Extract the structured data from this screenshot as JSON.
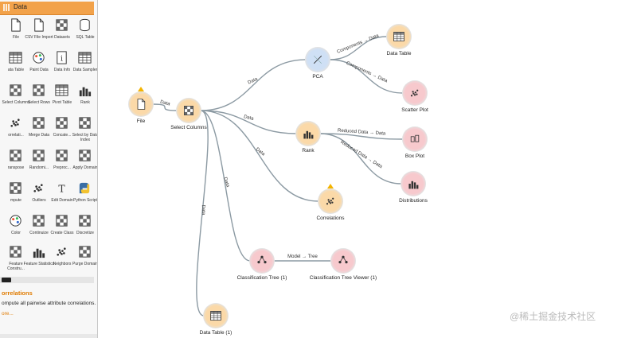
{
  "panel": {
    "header_title": "Data",
    "widgets": [
      {
        "label": "File",
        "icon": "file-icon",
        "bg": "#ffffff"
      },
      {
        "label": "CSV File Import",
        "icon": "csv-icon",
        "bg": "#ffffff"
      },
      {
        "label": "Datasets",
        "icon": "datasets-icon",
        "bg": "#ffffff"
      },
      {
        "label": "SQL Table",
        "icon": "database-icon",
        "bg": "#ffffff"
      },
      {
        "label": "ata Table",
        "icon": "table-icon",
        "bg": "#ffffff"
      },
      {
        "label": "Paint Data",
        "icon": "paint-icon",
        "bg": "#ffffff"
      },
      {
        "label": "Data Info",
        "icon": "info-icon",
        "bg": "#ffffff"
      },
      {
        "label": "Data Sampler",
        "icon": "sampler-icon",
        "bg": "#ffffff"
      },
      {
        "label": "Select Columns",
        "icon": "select-columns-icon",
        "bg": "#ffffff"
      },
      {
        "label": "Select Rows",
        "icon": "select-rows-icon",
        "bg": "#ffffff"
      },
      {
        "label": "Pivot Table",
        "icon": "pivot-icon",
        "bg": "#ffffff"
      },
      {
        "label": "Rank",
        "icon": "rank-icon",
        "bg": "#ffffff"
      },
      {
        "label": "orrelati...",
        "icon": "correlations-icon",
        "bg": "#ffffff"
      },
      {
        "label": "Merge Data",
        "icon": "merge-icon",
        "bg": "#ffffff"
      },
      {
        "label": "Concate...",
        "icon": "concatenate-icon",
        "bg": "#ffffff"
      },
      {
        "label": "Select by Data Index",
        "icon": "select-index-icon",
        "bg": "#ffffff"
      },
      {
        "label": "ranspose",
        "icon": "transpose-icon",
        "bg": "#ffffff"
      },
      {
        "label": "Randomi...",
        "icon": "randomize-icon",
        "bg": "#ffffff"
      },
      {
        "label": "Preproc...",
        "icon": "preprocess-icon",
        "bg": "#ffffff"
      },
      {
        "label": "Apply Domain",
        "icon": "apply-domain-icon",
        "bg": "#ffffff"
      },
      {
        "label": "mpute",
        "icon": "impute-icon",
        "bg": "#ffffff"
      },
      {
        "label": "Outliers",
        "icon": "outliers-icon",
        "bg": "#ffffff"
      },
      {
        "label": "Edit Domain",
        "icon": "edit-domain-icon",
        "bg": "#ffffff"
      },
      {
        "label": "Python Script",
        "icon": "python-icon",
        "bg": "#ffffff"
      },
      {
        "label": "Color",
        "icon": "color-icon",
        "bg": "#ffffff"
      },
      {
        "label": "Continuize",
        "icon": "continuize-icon",
        "bg": "#ffffff"
      },
      {
        "label": "Create Class",
        "icon": "create-class-icon",
        "bg": "#ffffff"
      },
      {
        "label": "Discretize",
        "icon": "discretize-icon",
        "bg": "#ffffff"
      },
      {
        "label": "Feature Constru...",
        "icon": "feature-constructor-icon",
        "bg": "#ffffff"
      },
      {
        "label": "Feature Statistics",
        "icon": "feature-statistics-icon",
        "bg": "#ffffff"
      },
      {
        "label": "Neighbors",
        "icon": "neighbors-icon",
        "bg": "#ffffff"
      },
      {
        "label": "Purge Domain",
        "icon": "purge-domain-icon",
        "bg": "#ffffff"
      }
    ],
    "description_title": "orrelations",
    "description_text": "ompute all pairwise attribute correlations.",
    "description_more": "ore..."
  },
  "nodes": [
    {
      "id": "file",
      "label": "File",
      "color": "#fbd9a8",
      "icon": "file-icon"
    },
    {
      "id": "select_columns",
      "label": "Select Columns",
      "color": "#fbd9a8",
      "icon": "select-columns-icon"
    },
    {
      "id": "pca",
      "label": "PCA",
      "color": "#cfe0f5",
      "icon": "pca-icon"
    },
    {
      "id": "data_table",
      "label": "Data Table",
      "color": "#fbd9a8",
      "icon": "table-icon"
    },
    {
      "id": "scatter_plot",
      "label": "Scatter Plot",
      "color": "#f7c9cd",
      "icon": "scatter-icon"
    },
    {
      "id": "rank",
      "label": "Rank",
      "color": "#fbd9a8",
      "icon": "rank-icon"
    },
    {
      "id": "box_plot",
      "label": "Box Plot",
      "color": "#f7c9cd",
      "icon": "box-plot-icon"
    },
    {
      "id": "distributions",
      "label": "Distributions",
      "color": "#f7c9cd",
      "icon": "distributions-icon"
    },
    {
      "id": "correlations",
      "label": "Correlations",
      "color": "#fbd9a8",
      "icon": "correlations-icon"
    },
    {
      "id": "classification_tree",
      "label": "Classification Tree (1)",
      "color": "#f7c9cd",
      "icon": "tree-icon"
    },
    {
      "id": "tree_viewer",
      "label": "Classification Tree Viewer (1)",
      "color": "#f7c9cd",
      "icon": "tree-viewer-icon"
    },
    {
      "id": "data_table_1",
      "label": "Data Table (1)",
      "color": "#fbd9a8",
      "icon": "table-icon"
    }
  ],
  "links": [
    {
      "from": "file",
      "to": "select_columns",
      "label": "Data"
    },
    {
      "from": "select_columns",
      "to": "pca",
      "label": "Data"
    },
    {
      "from": "pca",
      "to": "data_table",
      "label": "Components → Data"
    },
    {
      "from": "pca",
      "to": "scatter_plot",
      "label": "Components → Data"
    },
    {
      "from": "select_columns",
      "to": "rank",
      "label": "Data"
    },
    {
      "from": "rank",
      "to": "box_plot",
      "label": "Reduced Data → Data"
    },
    {
      "from": "rank",
      "to": "distributions",
      "label": "Reduced Data → Data"
    },
    {
      "from": "select_columns",
      "to": "correlations",
      "label": "Data"
    },
    {
      "from": "select_columns",
      "to": "classification_tree",
      "label": "Data"
    },
    {
      "from": "classification_tree",
      "to": "tree_viewer",
      "label": "Model → Tree"
    },
    {
      "from": "select_columns",
      "to": "data_table_1",
      "label": "Data"
    }
  ],
  "watermark": "@稀土掘金技术社区"
}
